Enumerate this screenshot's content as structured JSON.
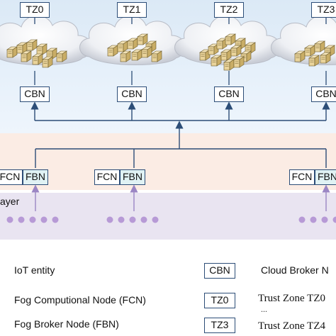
{
  "trust_zones": [
    "TZ0",
    "TZ1",
    "TZ2",
    "TZ3"
  ],
  "cloud_broker_label": "CBN",
  "fog_nodes": [
    {
      "fcn": "FCN",
      "fbn": "FBN"
    },
    {
      "fcn": "FCN",
      "fbn": "FBN"
    },
    {
      "fcn": "FCN",
      "fbn": "FBN"
    }
  ],
  "iot_layer_label": "ayer",
  "legend": {
    "iot_entity": "IoT entity",
    "fcn": "Fog Computional Node (FCN)",
    "fbn": "Fog Broker Node (FBN)",
    "cbn_symbol": "CBN",
    "cbn": "Cloud Broker N",
    "tz0_symbol": "TZ0",
    "tz0": "Trust Zone TZ0",
    "ellipsis": "...",
    "tz3_symbol": "TZ3",
    "tz3": "Trust Zone TZ4"
  },
  "colors": {
    "cloud_band": "#dbe9f6",
    "fog_band": "#fbece4",
    "iot_band": "#e9e4f1",
    "connector": "#2c4d77",
    "iot_entity": "#b79ad6",
    "iot_arrow": "#9b86c4"
  }
}
